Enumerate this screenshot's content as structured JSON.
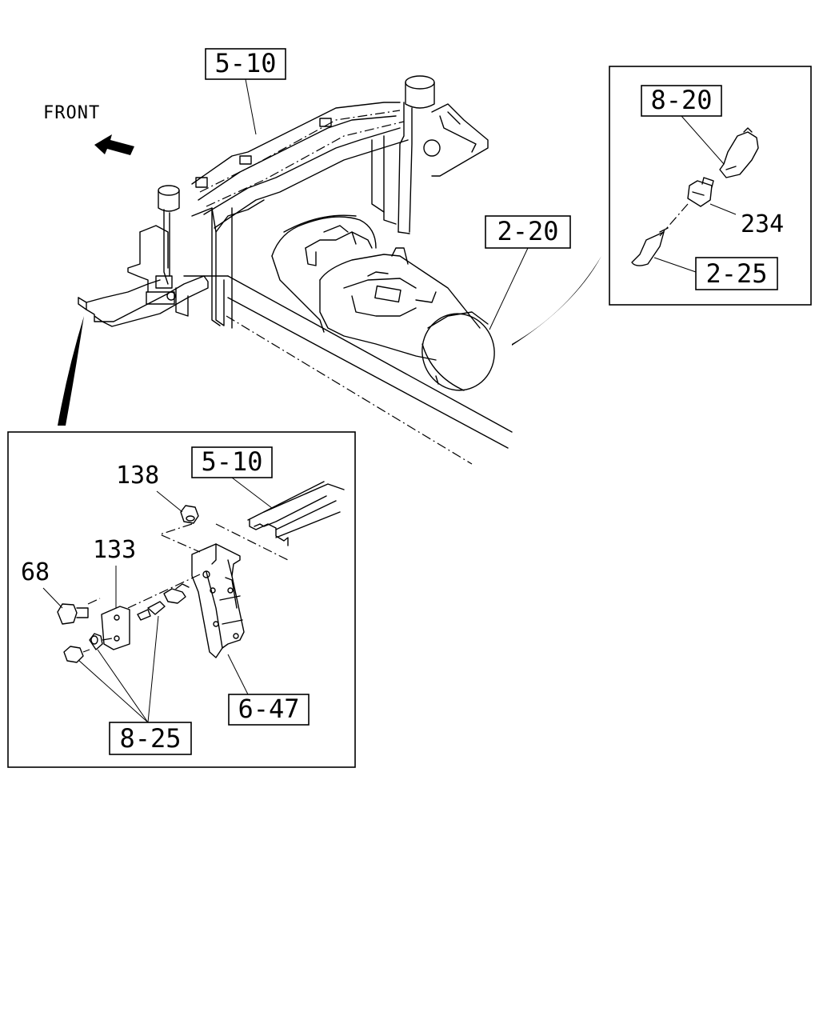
{
  "diagram": {
    "direction_label": "FRONT",
    "ref_labels": {
      "top_5_10": "5-10",
      "top_2_20": "2-20",
      "inset_8_20": "8-20",
      "inset_2_25": "2-25",
      "lower_5_10": "5-10",
      "lower_6_47": "6-47",
      "lower_8_25": "8-25"
    },
    "part_numbers": {
      "p234": "234",
      "p138": "138",
      "p133": "133",
      "p68": "68"
    }
  }
}
